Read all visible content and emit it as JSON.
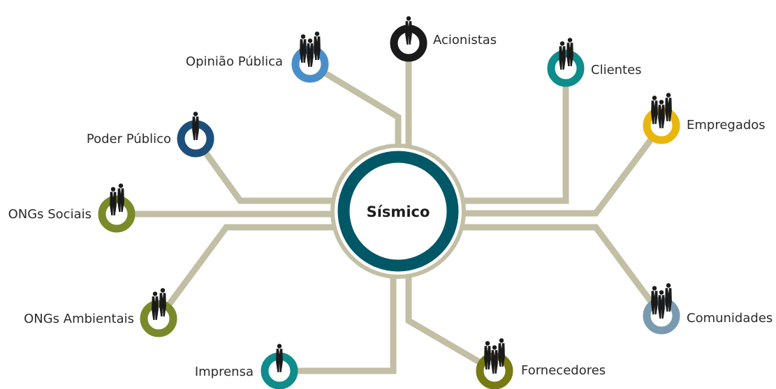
{
  "center": {
    "label": "Sísmico",
    "ring_color": "#005766",
    "outer_ring_color": "#c2bfa5"
  },
  "connector_color": "#c2bfa5",
  "stakeholders": {
    "acionistas": {
      "label": "Acionistas",
      "color": "#1a1a1a",
      "people": 1
    },
    "opiniao_publica": {
      "label": "Opinião Pública",
      "color": "#4a8ec9",
      "people": 3
    },
    "clientes": {
      "label": "Clientes",
      "color": "#0f8c8c",
      "people": 2
    },
    "empregados": {
      "label": "Empregados",
      "color": "#e8b60c",
      "people": 3
    },
    "poder_publico": {
      "label": "Poder Público",
      "color": "#1c4f7c",
      "people": 1
    },
    "ongs_sociais": {
      "label": "ONGs Sociais",
      "color": "#7a8a28",
      "people": 2
    },
    "ongs_ambientais": {
      "label": "ONGs Ambientais",
      "color": "#7a8a28",
      "people": 2
    },
    "comunidades": {
      "label": "Comunidades",
      "color": "#7a9ab0",
      "people": 3
    },
    "imprensa": {
      "label": "Imprensa",
      "color": "#0f8c8c",
      "people": 1
    },
    "fornecedores": {
      "label": "Fornecedores",
      "color": "#787a12",
      "people": 3
    }
  }
}
